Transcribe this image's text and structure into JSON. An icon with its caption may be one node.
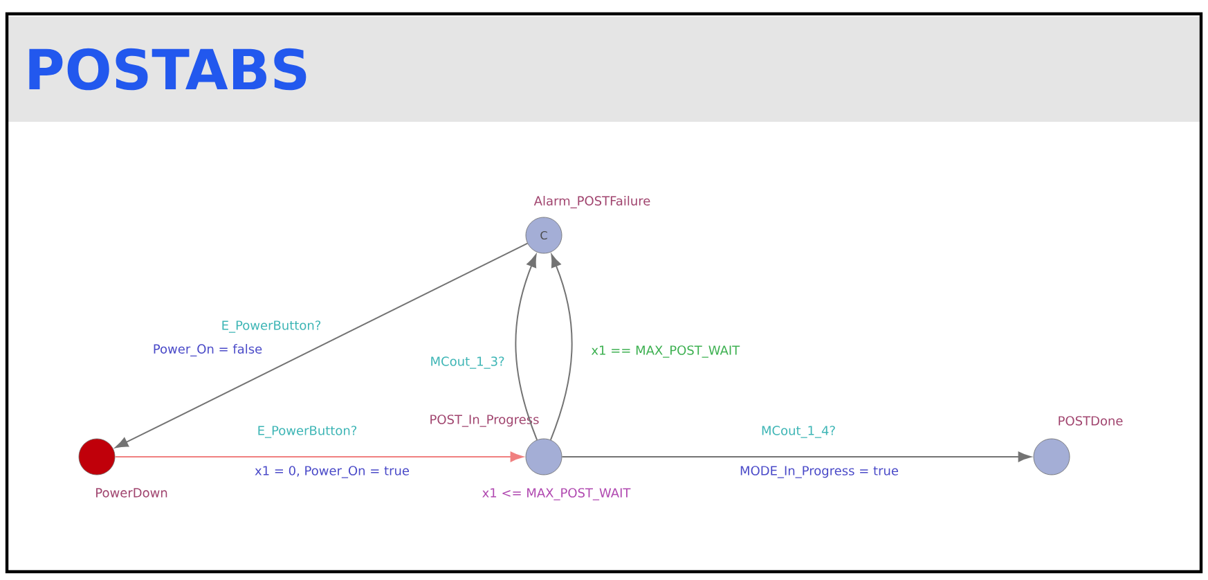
{
  "diagram": {
    "title": "POSTABS",
    "nodes": [
      {
        "text": [
          "PowerDown"
        ]
      },
      {
        "text": [
          "POST_In_Progress"
        ],
        "beside": [
          "x1 <= MAX_POST_WAIT"
        ]
      },
      {
        "text": [
          "Alarm_POSTFailure",
          "C"
        ]
      },
      {
        "text": [
          "POSTDone"
        ]
      }
    ],
    "edges": [
      {
        "from": 0,
        "to": 1,
        "arrow": "to",
        "label": "E_PowerButton?",
        "color": "#f08080"
      },
      {
        "from": 1,
        "to": 2,
        "arrow": "to",
        "label": "MCout_1_3?"
      },
      {
        "from": 1,
        "to": 2,
        "arrow": "to",
        "label": "x1 == MAX_POST_WAIT"
      },
      {
        "from": 2,
        "to": 0,
        "arrow": "to",
        "label": "E_PowerButton?"
      },
      {
        "from": 1,
        "to": 3,
        "arrow": "to",
        "label": "MCout_1_4?"
      }
    ],
    "labels": [
      "Power_On = false",
      "x1 = 0, Power_On = true",
      "MODE_In_Progress = true"
    ]
  }
}
